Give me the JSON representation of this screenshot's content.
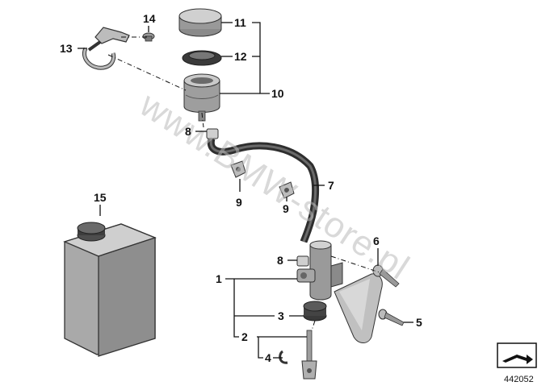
{
  "watermark": "www.BMW-store.pl",
  "diagram_number": "442052",
  "callouts": {
    "c1": "1",
    "c2": "2",
    "c3": "3",
    "c4": "4",
    "c5": "5",
    "c6": "6",
    "c7": "7",
    "c8a": "8",
    "c8b": "8",
    "c9a": "9",
    "c9b": "9",
    "c10": "10",
    "c11": "11",
    "c12": "12",
    "c13": "13",
    "c14": "14",
    "c15": "15"
  },
  "colors": {
    "part_gray": "#a8a8a8",
    "part_light": "#d4d4d4",
    "part_dark": "#6e6e6e",
    "hose": "#3a3a3a",
    "line": "#111111"
  },
  "icons": {
    "next_diagram": "arrow-box-icon"
  }
}
